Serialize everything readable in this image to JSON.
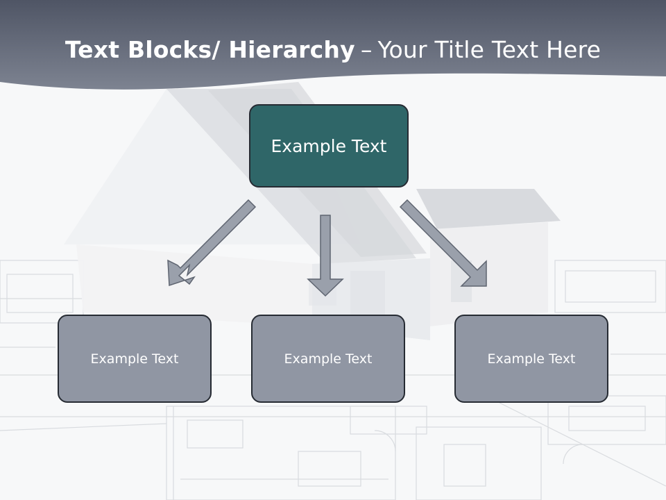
{
  "title": {
    "bold": "Text Blocks/ Hierarchy",
    "separator": "–",
    "normal": "Your Title Text Here"
  },
  "hierarchy": {
    "top": {
      "label": "Example Text"
    },
    "children": [
      {
        "label": "Example Text"
      },
      {
        "label": "Example Text"
      },
      {
        "label": "Example Text"
      }
    ]
  },
  "colors": {
    "header": "#5a6070",
    "top_box": "#2f6668",
    "child_box": "#9096a3",
    "arrow": "#9aa0ab",
    "border": "#262b33"
  }
}
